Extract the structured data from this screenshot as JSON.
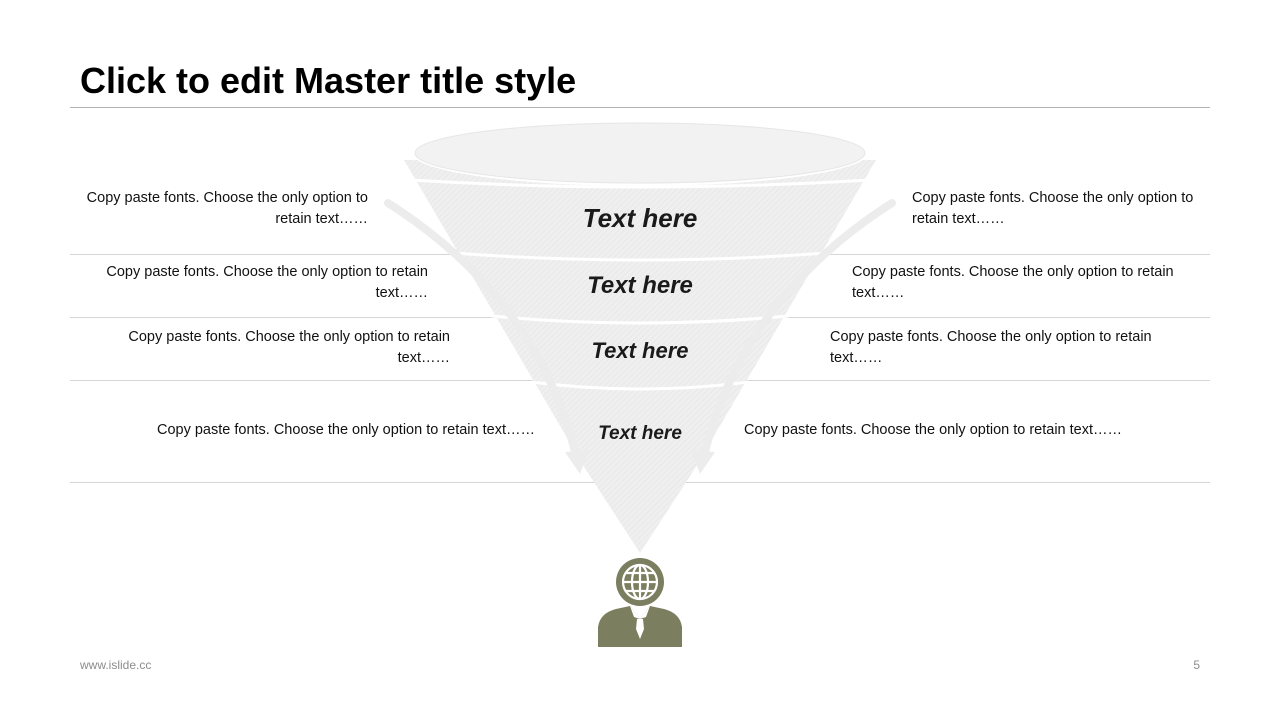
{
  "slide": {
    "title": "Click to edit Master title style",
    "footer_url": "www.islide.cc",
    "page_number": "5"
  },
  "colors": {
    "funnel_fill": "#eeeeee",
    "funnel_rim": "#f2f2f2",
    "arrow": "#ececec",
    "icon": "#7b7f5f",
    "rule": "#d6d6d6"
  },
  "funnel": {
    "stages": [
      {
        "label": "Text here"
      },
      {
        "label": "Text here"
      },
      {
        "label": "Text here"
      },
      {
        "label": "Text here"
      }
    ]
  },
  "descriptions": {
    "left": [
      "Copy paste fonts. Choose the only option to retain text……",
      "Copy paste fonts. Choose the only option to retain text……",
      "Copy paste fonts. Choose the only option to retain text……",
      "Copy paste fonts. Choose the only option to retain text……"
    ],
    "right": [
      "Copy paste fonts. Choose the only option to retain text……",
      "Copy paste fonts. Choose the only option to retain text……",
      "Copy paste fonts. Choose the only option to retain text……",
      "Copy paste fonts. Choose the only option to retain text……"
    ]
  },
  "icons": {
    "target": "globe-head-businessman-icon"
  }
}
